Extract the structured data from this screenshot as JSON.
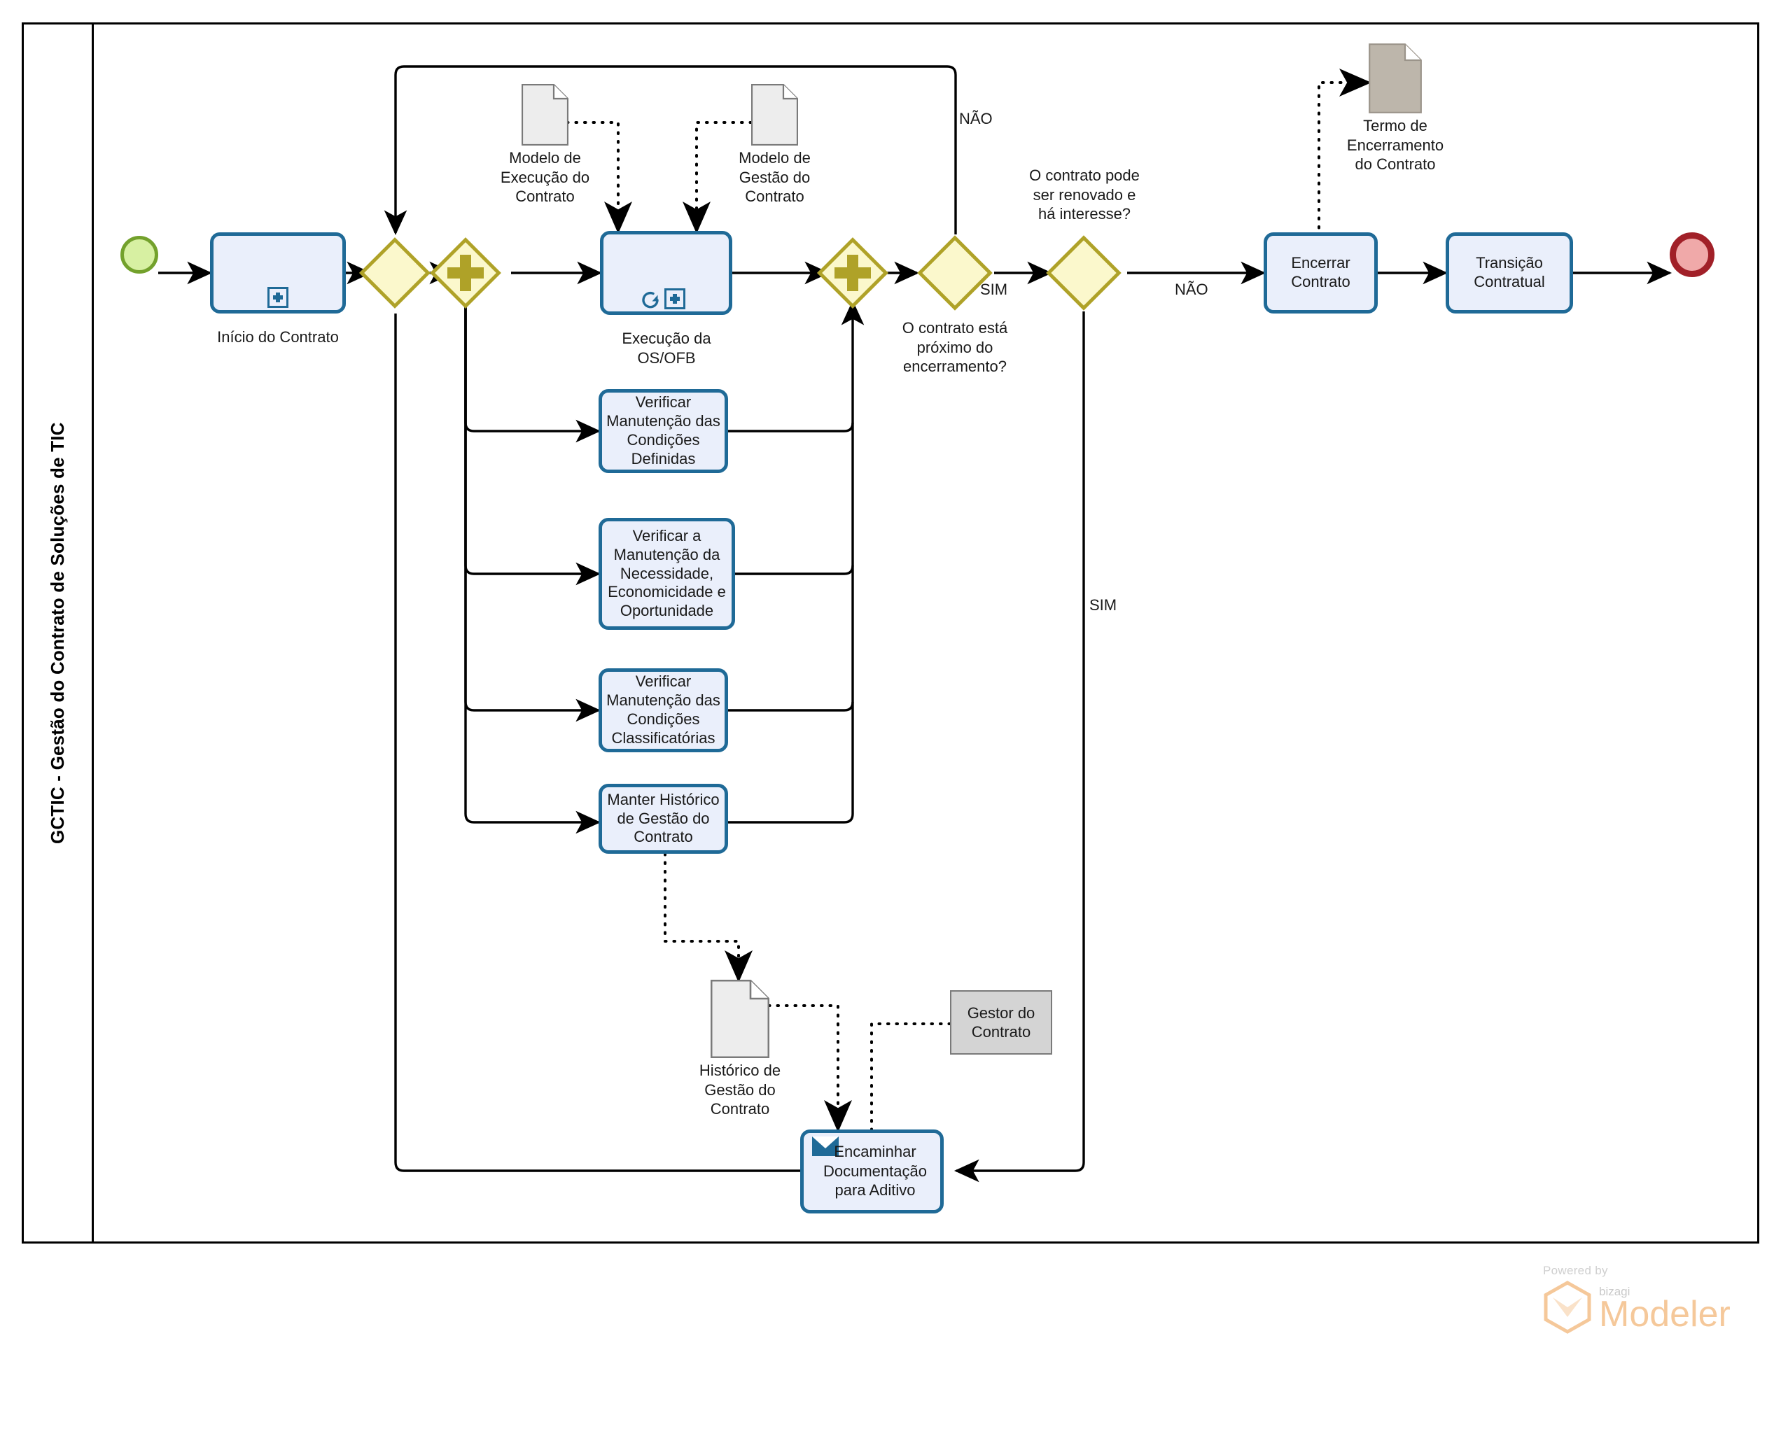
{
  "diagram": {
    "type": "bpmn-process",
    "pool_label": "GCTIC - Gestão do Contrato de Soluções de TIC"
  },
  "events": {
    "start": {
      "name": "start-event",
      "label": ""
    },
    "end": {
      "name": "end-event",
      "label": ""
    }
  },
  "tasks": {
    "inicio_contrato": "Início do Contrato",
    "execucao_os_ofb": "Execução da OS/OFB",
    "verificar_condicoes_definidas": "Verificar Manutenção das Condições Definidas",
    "verificar_necessidade": "Verificar a Manutenção da Necessidade, Economicidade e Oportunidade",
    "verificar_condicoes_classificatorias": "Verificar Manutenção das Condições Classificatórias",
    "manter_historico": "Manter Histórico de Gestão do Contrato",
    "encaminhar_documentacao": "Encaminhar Documentação para Aditivo",
    "encerrar_contrato": "Encerrar Contrato",
    "transicao_contratual": "Transição Contratual"
  },
  "gateways": {
    "merge_loop": "",
    "parallel_split": "",
    "parallel_join": "",
    "decision_encerramento": "O contrato está próximo do encerramento?",
    "decision_renovacao": "O contrato pode ser renovado e há interesse?"
  },
  "data_objects": {
    "modelo_execucao": "Modelo de Execução do Contrato",
    "modelo_gestao": "Modelo de Gestão do Contrato",
    "historico_gestao": "Histórico de Gestão do Contrato",
    "termo_encerramento": "Termo de Encerramento do Contrato",
    "gestor_contrato": "Gestor do Contrato"
  },
  "flow_labels": {
    "nao_encerramento": "NÃO",
    "sim_encerramento": "SIM",
    "nao_renovacao": "NÃO",
    "sim_renovacao": "SIM"
  },
  "brand": {
    "powered_by": "Powered by",
    "name": "bizagi",
    "product": "Modeler"
  },
  "colors": {
    "task_fill": "#EAEFFB",
    "task_border": "#1F6A97",
    "gateway_fill": "#FBF8CC",
    "gateway_border": "#AFA228",
    "start_fill": "#D7F0A2",
    "start_border": "#73A12C",
    "end_fill": "#F0A9A9",
    "end_border": "#A12028",
    "data_fill": "#EDEDED",
    "data_border": "#7A7A7A",
    "data_out_fill": "#BDB6AB",
    "annotation_fill": "#D4D4D4",
    "brand_accent": "#F5C89A"
  }
}
